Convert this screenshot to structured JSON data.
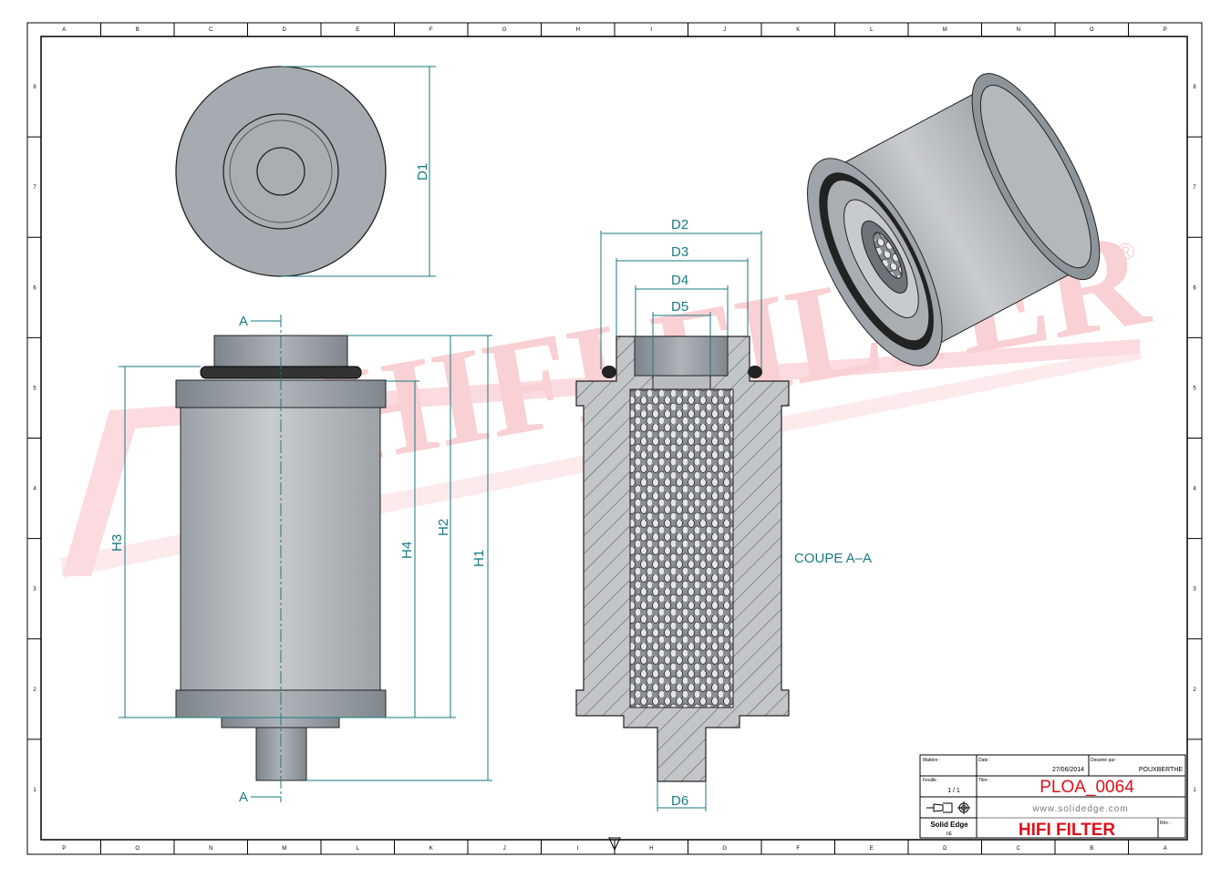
{
  "border": {
    "columns": [
      "P",
      "O",
      "N",
      "M",
      "L",
      "K",
      "J",
      "I",
      "H",
      "G",
      "F",
      "E",
      "D",
      "C",
      "B",
      "A"
    ],
    "rows": [
      "8",
      "7",
      "6",
      "5",
      "4",
      "3",
      "2",
      "1"
    ]
  },
  "watermark": {
    "text": "HIFI FILTER",
    "mark": "®"
  },
  "dimensions": {
    "d1": "D1",
    "d2": "D2",
    "d3": "D3",
    "d4": "D4",
    "d5": "D5",
    "d6": "D6",
    "h1": "H1",
    "h2": "H2",
    "h3": "H3",
    "h4": "H4"
  },
  "section": {
    "marker_top": "A",
    "marker_bottom": "A",
    "label": "COUPE A–A"
  },
  "title_block": {
    "matiere_label": "Matière :",
    "date_label": "Date :",
    "date_value": "27/06/2014",
    "dessine_label": "Dessiné par :",
    "dessine_value": "POUXBERTHE",
    "feuille_label": "Feuille :",
    "feuille_value": "1 / 1",
    "titre_label": "Titre :",
    "titre_value": "PLOA_0064",
    "website": "www.solidedge.com",
    "software": "Solid Edge",
    "software_sub": "IIE",
    "company": "HIFI FILTER",
    "rev_label": "Rév. :"
  }
}
